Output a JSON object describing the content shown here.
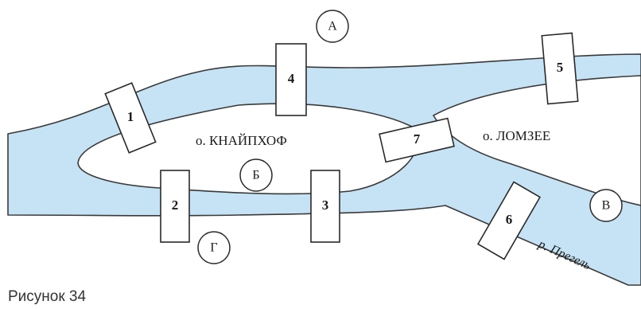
{
  "caption": "Рисунок 34",
  "islands": [
    {
      "id": "kneiphof",
      "label": "о. КНАЙПХОФ"
    },
    {
      "id": "lomse",
      "label": "о. ЛОМЗЕЕ"
    }
  ],
  "river": {
    "label": "р. Прегель"
  },
  "land_areas": [
    {
      "id": "A",
      "label": "А"
    },
    {
      "id": "B",
      "label": "Б"
    },
    {
      "id": "V",
      "label": "В"
    },
    {
      "id": "G",
      "label": "Г"
    }
  ],
  "bridges": [
    {
      "id": "1",
      "label": "1"
    },
    {
      "id": "2",
      "label": "2"
    },
    {
      "id": "3",
      "label": "3"
    },
    {
      "id": "4",
      "label": "4"
    },
    {
      "id": "5",
      "label": "5"
    },
    {
      "id": "6",
      "label": "6"
    },
    {
      "id": "7",
      "label": "7"
    }
  ],
  "colors": {
    "water": "#c5e3f4",
    "outline": "#3a3a3a"
  }
}
